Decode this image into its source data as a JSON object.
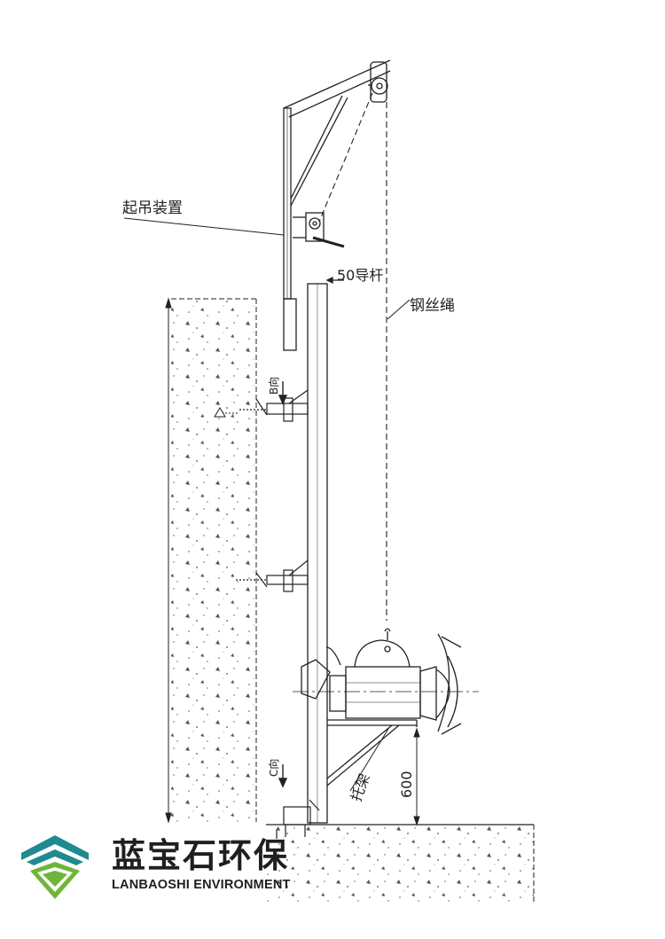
{
  "labels": {
    "lifting_device": "起吊装置",
    "guide_rod": "50导杆",
    "wire_rope": "钢丝绳",
    "direction_b": "B向",
    "direction_c": "C向",
    "bracket": "托架",
    "dimension_600": "600"
  },
  "brand": {
    "name_cn": "蓝宝石环保",
    "name_en": "LANBAOSHI ENVIRONMENT",
    "colors": {
      "teal": "#1f8a8f",
      "green": "#6fb53a",
      "text": "#1f1f1f"
    }
  }
}
